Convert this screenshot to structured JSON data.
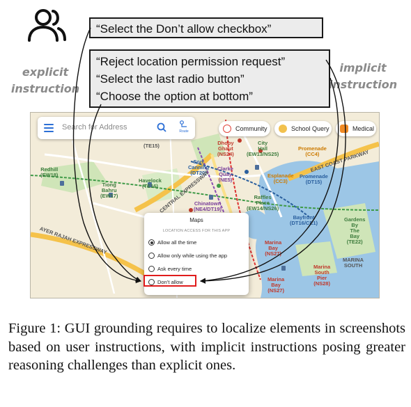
{
  "labels": {
    "explicit": "explicit instruction",
    "implicit": "implicit instruction"
  },
  "instructions": {
    "explicit": [
      "“Select the Don’t allow checkbox”"
    ],
    "implicit": [
      "“Reject location permission request”",
      "“Select the last radio button”",
      "“Choose the option at bottom”"
    ]
  },
  "map": {
    "search_placeholder": "Search for Address",
    "route_label": "Route",
    "chips": [
      "Community",
      "School Query",
      "Medical"
    ],
    "places": [
      {
        "text": "Redhill\n(EW18)",
        "cls": ""
      },
      {
        "text": "Tiong\nBahru\n(EW17)",
        "cls": ""
      },
      {
        "text": "Havelock\n(TE16)",
        "cls": ""
      },
      {
        "text": "(TE15)",
        "cls": "gray"
      },
      {
        "text": "Fort\nCanning\n(DT20)",
        "cls": "blue"
      },
      {
        "text": "Dhoby\nGhaut\n(NS24)",
        "cls": "red"
      },
      {
        "text": "Clarke\nQuay\n(NE5)",
        "cls": "purple"
      },
      {
        "text": "City\nHall\n(EW13/NS25)",
        "cls": ""
      },
      {
        "text": "Promenade\n(CC4)",
        "cls": "orange"
      },
      {
        "text": "Esplanade\n(CC3)",
        "cls": "orange"
      },
      {
        "text": "Promenade\n(DT15)",
        "cls": "blue"
      },
      {
        "text": "Chinatown\n(NE4/DT19)",
        "cls": "purple"
      },
      {
        "text": "Raffles\nPlace\n(EW14/NS26)",
        "cls": ""
      },
      {
        "text": "Bayfront\n(DT16/CE1)",
        "cls": "blue"
      },
      {
        "text": "Marina\nBay\n(NS27)",
        "cls": "red"
      },
      {
        "text": "Gardens\nBy\nThe\nBay\n(TE22)",
        "cls": ""
      },
      {
        "text": "MARINA\nSOUTH",
        "cls": "gray"
      },
      {
        "text": "Marina\nSouth\nPier\n(NS28)",
        "cls": "red"
      },
      {
        "text": "Marina\nBay\n(NS27)",
        "cls": "red"
      },
      {
        "text": "EAST COAST PARKWAY",
        "cls": "gray"
      },
      {
        "text": "AYER RAJAH EXPRESSWAY",
        "cls": "gray"
      },
      {
        "text": "CENTRAL EXPRESSWAY",
        "cls": "gray"
      }
    ],
    "dialog": {
      "title": "Maps",
      "subtitle": "LOCATION ACCESS FOR THIS APP",
      "options": [
        "Allow all the time",
        "Allow only while using the app",
        "Ask every time",
        "Don’t allow"
      ],
      "selected_index": 0
    }
  },
  "caption": "Figure 1: GUI grounding requires to localize elements in screenshots based on user instructions, with implicit instructions posing greater reasoning challenges than explicit ones.",
  "colors": {
    "highlight": "#e01b1b",
    "label_gray": "#8a8a8a",
    "box_fill": "#ececec"
  }
}
